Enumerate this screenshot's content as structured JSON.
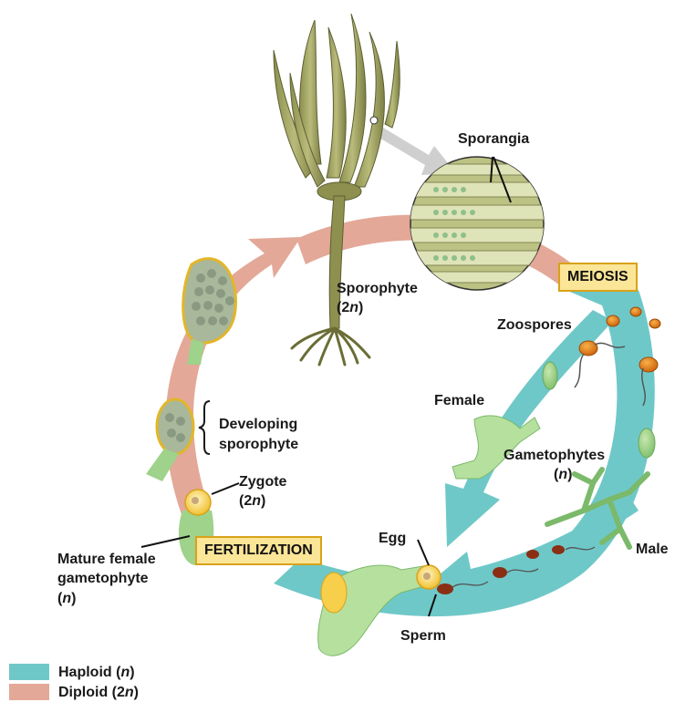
{
  "labels": {
    "sporangia": "Sporangia",
    "meiosis": "MEIOSIS",
    "sporophyte": "Sporophyte",
    "sporophyte_ploidy_open": "(2",
    "sporophyte_ploidy_n": "n",
    "sporophyte_ploidy_close": ")",
    "zoospores": "Zoospores",
    "female": "Female",
    "gametophytes": "Gametophytes",
    "gametophytes_ploidy_open": "(",
    "gametophytes_ploidy_n": "n",
    "gametophytes_ploidy_close": ")",
    "male": "Male",
    "developing_line1": "Developing",
    "developing_line2": "sporophyte",
    "zygote": "Zygote",
    "zygote_ploidy_open": "(2",
    "zygote_ploidy_n": "n",
    "zygote_ploidy_close": ")",
    "fertilization": "FERTILIZATION",
    "egg": "Egg",
    "sperm": "Sperm",
    "mature_line1": "Mature female",
    "mature_line2": "gametophyte",
    "mature_ploidy_open": "(",
    "mature_ploidy_n": "n",
    "mature_ploidy_close": ")"
  },
  "legend": {
    "haploid_text": "Haploid (",
    "haploid_n": "n",
    "haploid_close": ")",
    "diploid_text": "Diploid (2",
    "diploid_n": "n",
    "diploid_close": ")"
  },
  "colors": {
    "haploid": "#6fc8c8",
    "diploid": "#e3a898",
    "label_box_fill": "#fbe597",
    "label_box_border": "#d9a21a"
  }
}
